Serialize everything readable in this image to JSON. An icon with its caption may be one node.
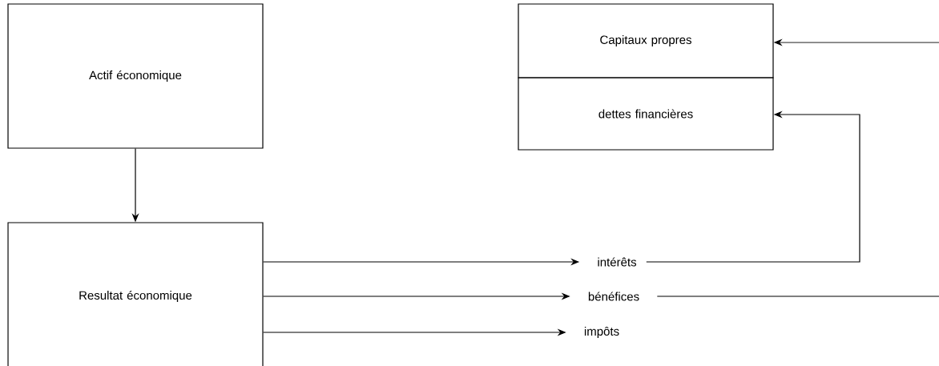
{
  "diagram": {
    "nodes": [
      {
        "text": [
          "Actif économique"
        ]
      },
      {
        "text": [
          "Resultat économique"
        ]
      },
      {
        "text": [
          "Capitaux propres"
        ]
      },
      {
        "text": [
          "dettes financières"
        ]
      },
      {
        "text": [
          "intérêts"
        ]
      },
      {
        "text": [
          "bénéfices"
        ]
      },
      {
        "text": [
          "impôts"
        ]
      }
    ],
    "edges": [
      {
        "from": 0,
        "to": 1,
        "arrow": "to"
      },
      {
        "from": 1,
        "to": 4,
        "arrow": "to"
      },
      {
        "from": 1,
        "to": 5,
        "arrow": "to"
      },
      {
        "from": 1,
        "to": 6,
        "arrow": "to"
      },
      {
        "from": 4,
        "to": 3,
        "arrow": "to"
      },
      {
        "from": 5,
        "to": 2,
        "arrow": "to"
      }
    ]
  }
}
